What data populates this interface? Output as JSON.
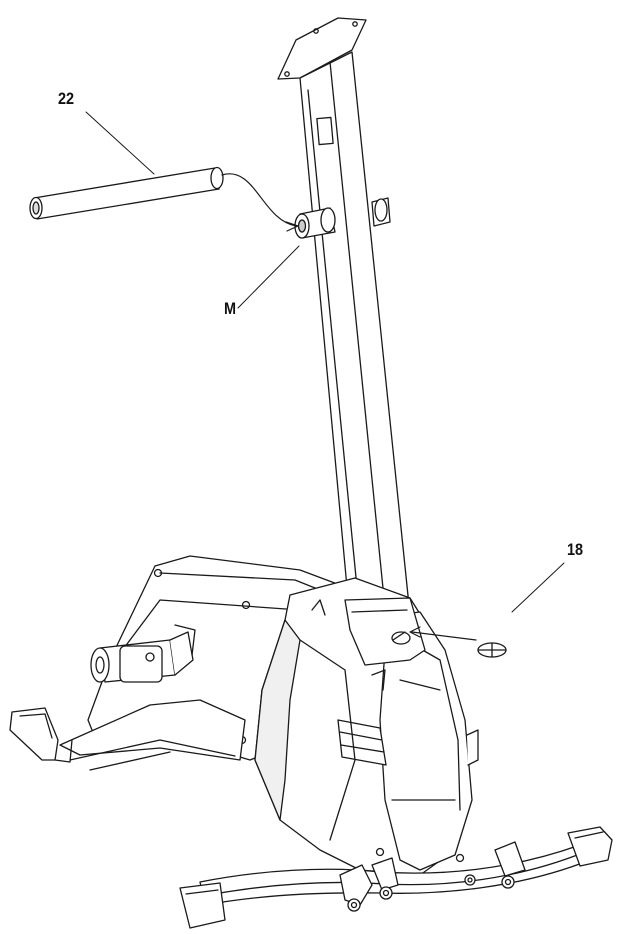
{
  "labels": {
    "part_22": "22",
    "part_m": "M",
    "part_18": "18"
  },
  "colors": {
    "line": "#1a1a1a",
    "fill": "#ffffff",
    "shade": "#e6e6e6"
  }
}
